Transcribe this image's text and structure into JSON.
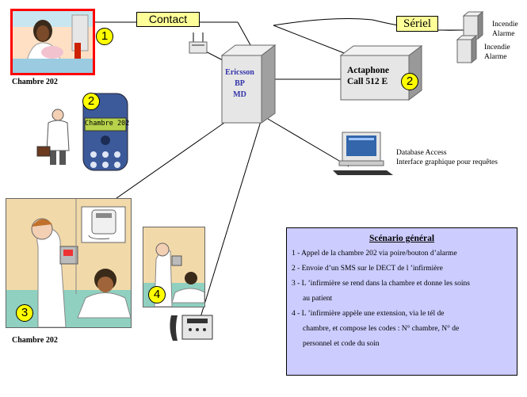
{
  "contact_label": "Contact",
  "serial_label": "Sériel",
  "fire_alarm_1": [
    "Incendie",
    "Alarme"
  ],
  "fire_alarm_2": [
    "Incendie",
    "Alarme"
  ],
  "room_label_top": "Chambre 202",
  "room_label_bottom": "Chambre 202",
  "ericsson": [
    "Ericsson",
    "BP",
    "MD"
  ],
  "actaphone": [
    "Actaphone",
    "Call 512 E"
  ],
  "database": [
    "Database Access",
    "Interface graphique pour requêtes"
  ],
  "dect_screen": "Chambre  202",
  "numbers": [
    "1",
    "2",
    "2",
    "3",
    "4"
  ],
  "scenario": {
    "title": "Scénario général",
    "items": [
      {
        "prefix": "1 - ",
        "lines": [
          "Appel de la chambre 202 via poire/bouton d’alarme"
        ]
      },
      {
        "prefix": "2 - ",
        "lines": [
          "Envoie d’un SMS  sur le DECT de l ’infirmière"
        ]
      },
      {
        "prefix": "3 - ",
        "lines": [
          "L ’infirmière se rend dans la chambre et donne les soins",
          "au patient"
        ]
      },
      {
        "prefix": "4 - ",
        "lines": [
          "L ’infirmière appèle une extension, via le tél de",
          "chambre,  et compose les  codes : N° chambre, N° de",
          "personnel et code du soin"
        ]
      }
    ]
  },
  "colors": {
    "red_frame": "#ff0000",
    "number_badge": "#ffff00",
    "label_box": "#ffff99",
    "scenario_bg": "#ccccff"
  }
}
